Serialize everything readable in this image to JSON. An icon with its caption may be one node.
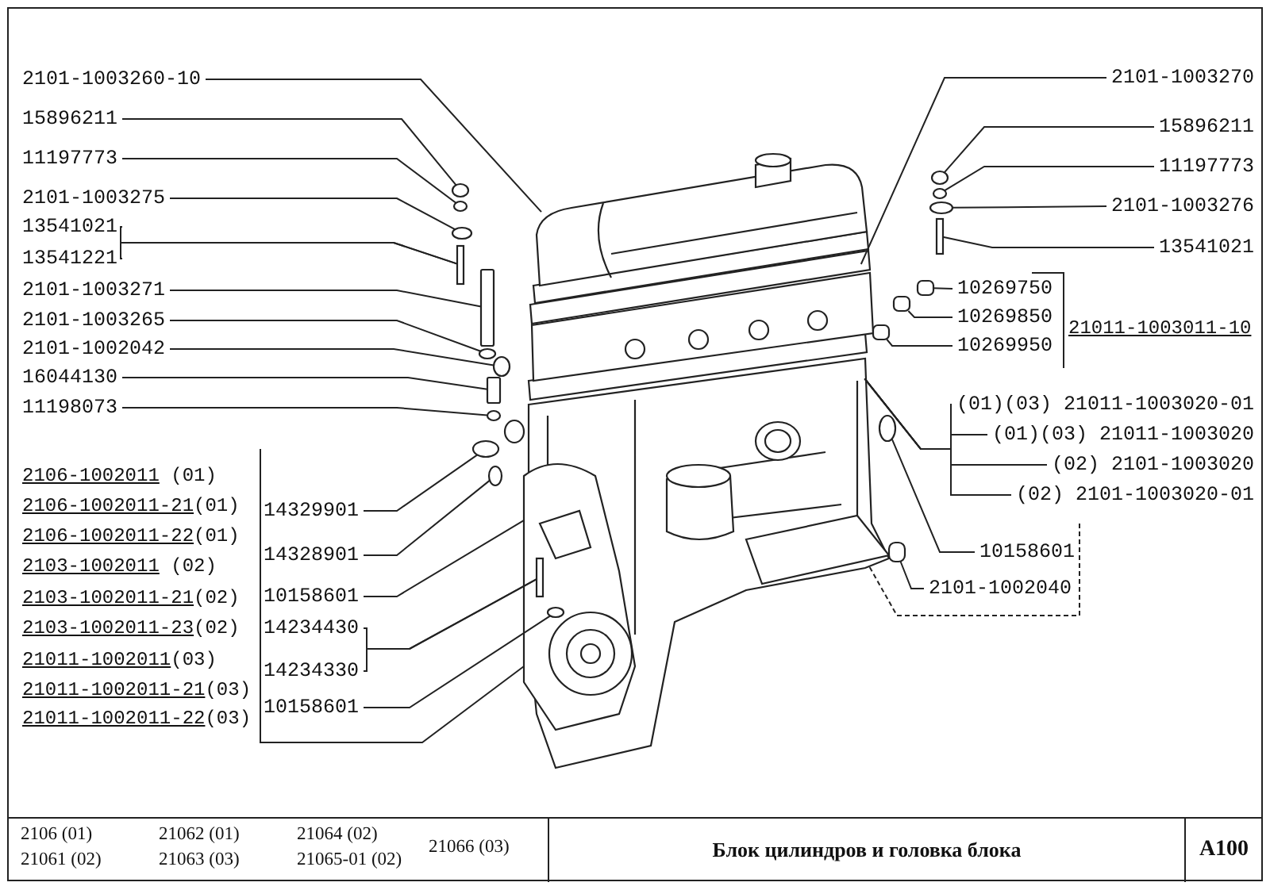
{
  "diagram": {
    "title": "Блок цилиндров и головка блока",
    "nodes": [
      {
        "text": [
          "2101-1003260-10"
        ]
      },
      {
        "text": [
          "15896211"
        ]
      },
      {
        "text": [
          "11197773"
        ]
      },
      {
        "text": [
          "2101-1003275"
        ]
      },
      {
        "text": [
          "13541021"
        ]
      },
      {
        "text": [
          "13541221"
        ]
      },
      {
        "text": [
          "2101-1003271"
        ]
      },
      {
        "text": [
          "2101-1003265"
        ]
      },
      {
        "text": [
          "2101-1002042"
        ]
      },
      {
        "text": [
          "16044130"
        ]
      },
      {
        "text": [
          "11198073"
        ]
      },
      {
        "text": [
          "14329901"
        ]
      },
      {
        "text": [
          "14328901"
        ]
      },
      {
        "text": [
          "10158601"
        ]
      },
      {
        "text": [
          "14234430"
        ]
      },
      {
        "text": [
          "14234330"
        ]
      },
      {
        "text": [
          "10158601"
        ]
      },
      {
        "text": [
          "2101-1003270"
        ]
      },
      {
        "text": [
          "15896211"
        ]
      },
      {
        "text": [
          "11197773"
        ]
      },
      {
        "text": [
          "2101-1003276"
        ]
      },
      {
        "text": [
          "13541021"
        ]
      },
      {
        "text": [
          "10269750"
        ]
      },
      {
        "text": [
          "10269850"
        ]
      },
      {
        "text": [
          "10269950"
        ]
      },
      {
        "text": [
          "(01)(03) 21011-1003020-01"
        ]
      },
      {
        "text": [
          "(01)(03) 21011-1003020"
        ]
      },
      {
        "text": [
          "(02) 2101-1003020"
        ]
      },
      {
        "text": [
          "(02) 2101-1003020-01"
        ]
      },
      {
        "text": [
          "10158601"
        ]
      },
      {
        "text": [
          "2101-1002040"
        ]
      },
      {
        "text": [],
        "shape": "circle"
      },
      {
        "text": [],
        "shape": "circle"
      },
      {
        "text": [],
        "shape": "circle"
      },
      {
        "text": [],
        "shape": "box"
      },
      {
        "text": [],
        "shape": "box"
      },
      {
        "text": [],
        "shape": "circle"
      },
      {
        "text": [],
        "shape": "circle"
      },
      {
        "text": [],
        "shape": "box"
      },
      {
        "text": [],
        "shape": "circle"
      },
      {
        "text": [],
        "shape": "circle"
      },
      {
        "text": [],
        "shape": "circle"
      },
      {
        "text": [],
        "shape": "box"
      },
      {
        "text": [],
        "shape": "circle"
      },
      {
        "text": [],
        "shape": "circle"
      },
      {
        "text": [],
        "shape": "circle"
      },
      {
        "text": [],
        "shape": "circle"
      },
      {
        "text": [],
        "shape": "box"
      },
      {
        "text": [],
        "shape": "box"
      },
      {
        "text": [],
        "shape": "box"
      },
      {
        "text": [],
        "shape": "box"
      },
      {
        "text": [],
        "shape": "circle"
      },
      {
        "text": [],
        "shape": "box"
      }
    ],
    "edges": [
      {
        "from": 0,
        "to": null,
        "arrow": "none"
      },
      {
        "from": 1,
        "to": 31,
        "arrow": "none"
      },
      {
        "from": 2,
        "to": 32,
        "arrow": "none"
      },
      {
        "from": 3,
        "to": 33,
        "arrow": "none"
      },
      {
        "from": 4,
        "to": 34,
        "arrow": "none"
      },
      {
        "from": 5,
        "to": 34,
        "arrow": "none"
      },
      {
        "from": 6,
        "to": 35,
        "arrow": "none"
      },
      {
        "from": 7,
        "to": 36,
        "arrow": "none"
      },
      {
        "from": 8,
        "to": 37,
        "arrow": "none"
      },
      {
        "from": 9,
        "to": 38,
        "arrow": "none"
      },
      {
        "from": 10,
        "to": 39,
        "arrow": "none"
      },
      {
        "from": 11,
        "to": 40,
        "arrow": "none"
      },
      {
        "from": 12,
        "to": 41,
        "arrow": "none"
      },
      {
        "from": 13,
        "to": null,
        "arrow": "none"
      },
      {
        "from": 14,
        "to": 42,
        "arrow": "none"
      },
      {
        "from": 15,
        "to": 42,
        "arrow": "none"
      },
      {
        "from": 16,
        "to": 43,
        "arrow": "none"
      },
      {
        "from": 17,
        "to": null,
        "arrow": "none"
      },
      {
        "from": 18,
        "to": 44,
        "arrow": "none"
      },
      {
        "from": 19,
        "to": 45,
        "arrow": "none"
      },
      {
        "from": 20,
        "to": 46,
        "arrow": "none"
      },
      {
        "from": 21,
        "to": 47,
        "arrow": "none"
      },
      {
        "from": 22,
        "to": 48,
        "arrow": "none"
      },
      {
        "from": 23,
        "to": 49,
        "arrow": "none"
      },
      {
        "from": 24,
        "to": 50,
        "arrow": "none"
      },
      {
        "from": 25,
        "to": null,
        "arrow": "none"
      },
      {
        "from": 26,
        "to": null,
        "arrow": "none"
      },
      {
        "from": 27,
        "to": null,
        "arrow": "none"
      },
      {
        "from": 28,
        "to": null,
        "arrow": "none"
      },
      {
        "from": 29,
        "to": 51,
        "arrow": "none"
      },
      {
        "from": 30,
        "to": 52,
        "arrow": "none"
      }
    ],
    "labels": [
      "2106-1002011 (01)",
      "2106-1002011-21(01)",
      "2106-1002011-22(01)",
      "2103-1002011 (02)",
      "2103-1002011-21(02)",
      "2103-1002011-23(02)",
      "21011-1002011(03)",
      "21011-1002011-21(03)",
      "21011-1002011-22(03)",
      "21011-1003011-10",
      "2106 (01)",
      "21062 (01)",
      "21064 (02)",
      "21066 (03)",
      "21061 (02)",
      "21063 (03)",
      "21065-01 (02)",
      "A100"
    ]
  }
}
